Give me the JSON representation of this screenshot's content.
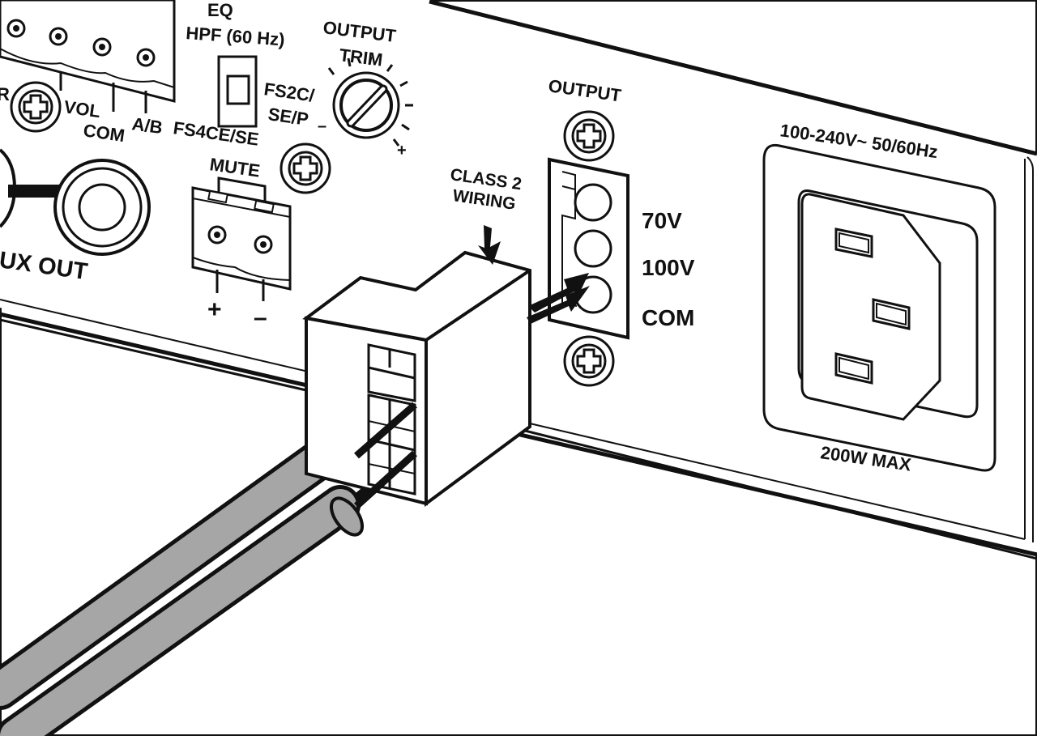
{
  "diagram": {
    "labels": {
      "eq": "EQ",
      "hpf": "HPF (60 Hz)",
      "output_trim_line1": "OUTPUT",
      "output_trim_line2": "TRIM",
      "fs2c": "FS2C/",
      "sep": "SE/P",
      "fs4cese": "FS4CE/SE",
      "trim_minus": "–",
      "trim_plus": "+",
      "vol": "VOL",
      "com_left": "COM",
      "ab": "A/B",
      "r_partial": "R",
      "aux_out": "UX OUT",
      "mute": "MUTE",
      "mute_plus": "+",
      "mute_minus": "–",
      "class2_line1": "CLASS 2",
      "class2_line2": "WIRING",
      "output": "OUTPUT",
      "v70": "70V",
      "v100": "100V",
      "com": "COM",
      "power_rating": "100-240V~ 50/60Hz",
      "max_power": "200W MAX"
    },
    "colors": {
      "line": "#111111",
      "panel": "#ffffff",
      "cable": "#a6a6a6",
      "cable_dark": "#555555"
    }
  }
}
